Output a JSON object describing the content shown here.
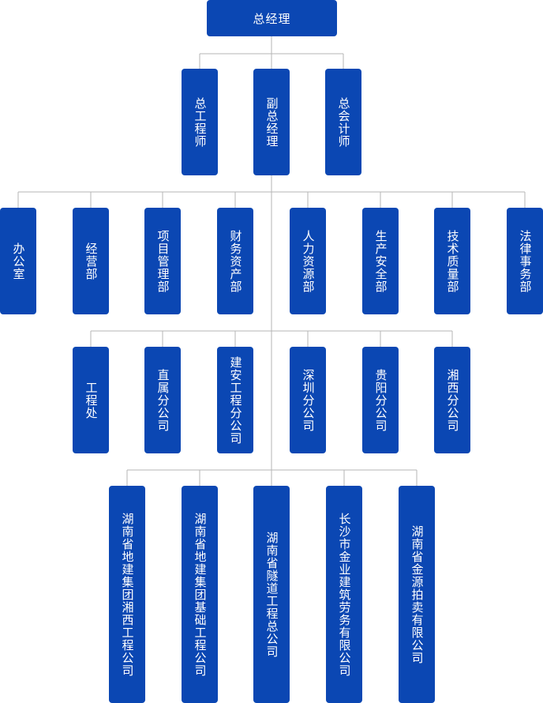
{
  "root": {
    "label": "总经理"
  },
  "level1": [
    {
      "label": "总工程师"
    },
    {
      "label": "副总经理"
    },
    {
      "label": "总会计师"
    }
  ],
  "departments": [
    {
      "label": "办公室"
    },
    {
      "label": "经营部"
    },
    {
      "label": "项目管理部"
    },
    {
      "label": "财务资产部"
    },
    {
      "label": "人力资源部"
    },
    {
      "label": "生产安全部"
    },
    {
      "label": "技术质量部"
    },
    {
      "label": "法律事务部"
    }
  ],
  "branches": [
    {
      "label": "工程处"
    },
    {
      "label": "直属分公司"
    },
    {
      "label": "建安工程分公司"
    },
    {
      "label": "深圳分公司"
    },
    {
      "label": "贵阳分公司"
    },
    {
      "label": "湘西分公司"
    }
  ],
  "subsidiaries": [
    {
      "label": "湖南省地建集团湘西工程公司"
    },
    {
      "label": "湖南省地建集团基础工程公司"
    },
    {
      "label": "湖南省隧道工程总公司"
    },
    {
      "label": "长沙市金业建筑劳务有限公司"
    },
    {
      "label": "湖南省金源拍卖有限公司"
    }
  ],
  "colors": {
    "box": "#0b47b3",
    "line": "#b5b5b5",
    "text": "#ffffff"
  }
}
